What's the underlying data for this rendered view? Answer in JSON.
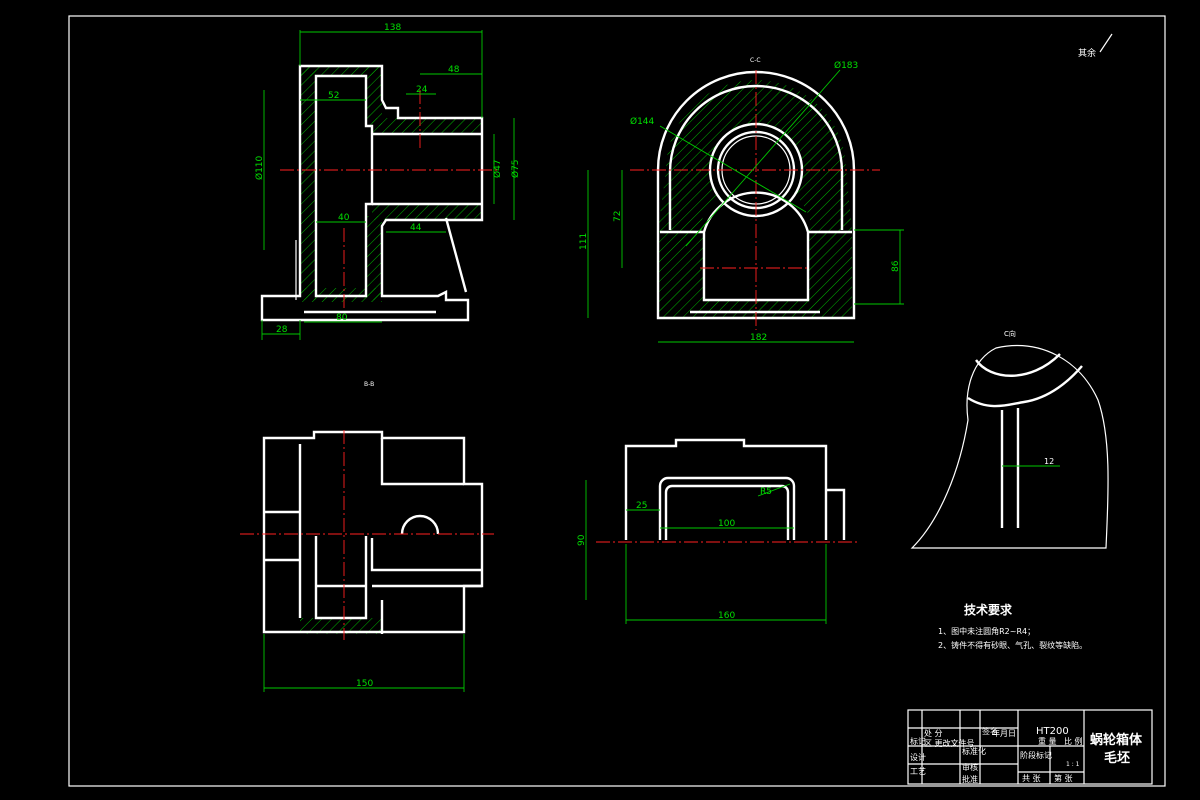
{
  "title_block": {
    "part_name_line1": "蜗轮箱体",
    "part_name_line2": "毛坯",
    "material": "HT200",
    "weight": "重 量",
    "ratio": "比 例",
    "stage_mark": "阶段标记",
    "scale_value": "1 : 1",
    "sheet_total": "共  张",
    "sheet_no": "第  张",
    "cells": [
      "处 分",
      "标记",
      "区 更改文件号",
      "签名",
      "年月日",
      "设计",
      "标准化",
      "工艺",
      "审核",
      "批准"
    ]
  },
  "roughness_note": "其余",
  "tech_req": {
    "heading": "技术要求",
    "items": [
      "1、图中未注圆角R2~R4；",
      "2、铸件不得有砂眼、气孔、裂纹等缺陷。"
    ]
  },
  "view_labels": {
    "section_cc": "C-C",
    "section_bb": "B-B",
    "view_c": "C向"
  },
  "dimensions": {
    "front_top": "138",
    "front_48": "48",
    "front_52": "52",
    "front_24": "24",
    "front_d110": "Ø110",
    "front_d47": "Ø47",
    "front_d75": "Ø75",
    "front_40": "40",
    "front_44": "44",
    "front_80": "80",
    "front_28": "28",
    "side_d183": "Ø183",
    "side_d144": "Ø144",
    "side_111": "111",
    "side_72": "72",
    "side_86": "86",
    "side_182": "182",
    "top_150": "150",
    "end_25": "25",
    "end_100": "100",
    "end_r5": "R5",
    "end_90": "90",
    "end_160": "160",
    "cview_12": "12"
  }
}
